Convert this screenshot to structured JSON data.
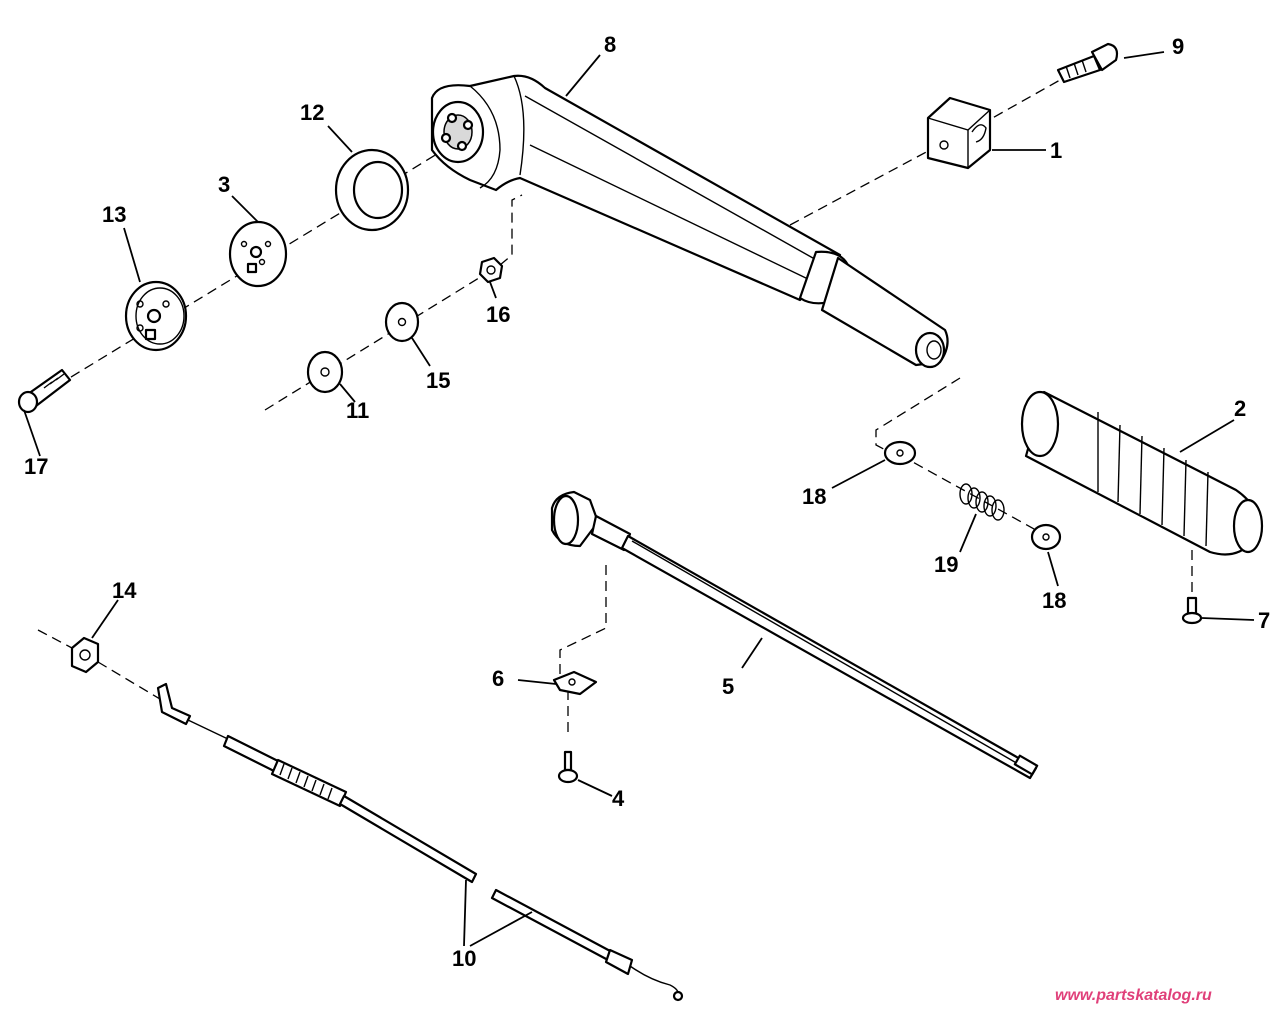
{
  "labels": {
    "p1": "1",
    "p2": "2",
    "p3": "3",
    "p4": "4",
    "p5": "5",
    "p6": "6",
    "p7": "7",
    "p8": "8",
    "p9": "9",
    "p10": "10",
    "p11": "11",
    "p12": "12",
    "p13": "13",
    "p14": "14",
    "p15": "15",
    "p16": "16",
    "p17": "17",
    "p18a": "18",
    "p18b": "18",
    "p19": "19"
  },
  "watermark": "www.partskatalog.ru",
  "colors": {
    "ink": "#000000",
    "background": "#ffffff",
    "watermark": "#e0407a"
  }
}
